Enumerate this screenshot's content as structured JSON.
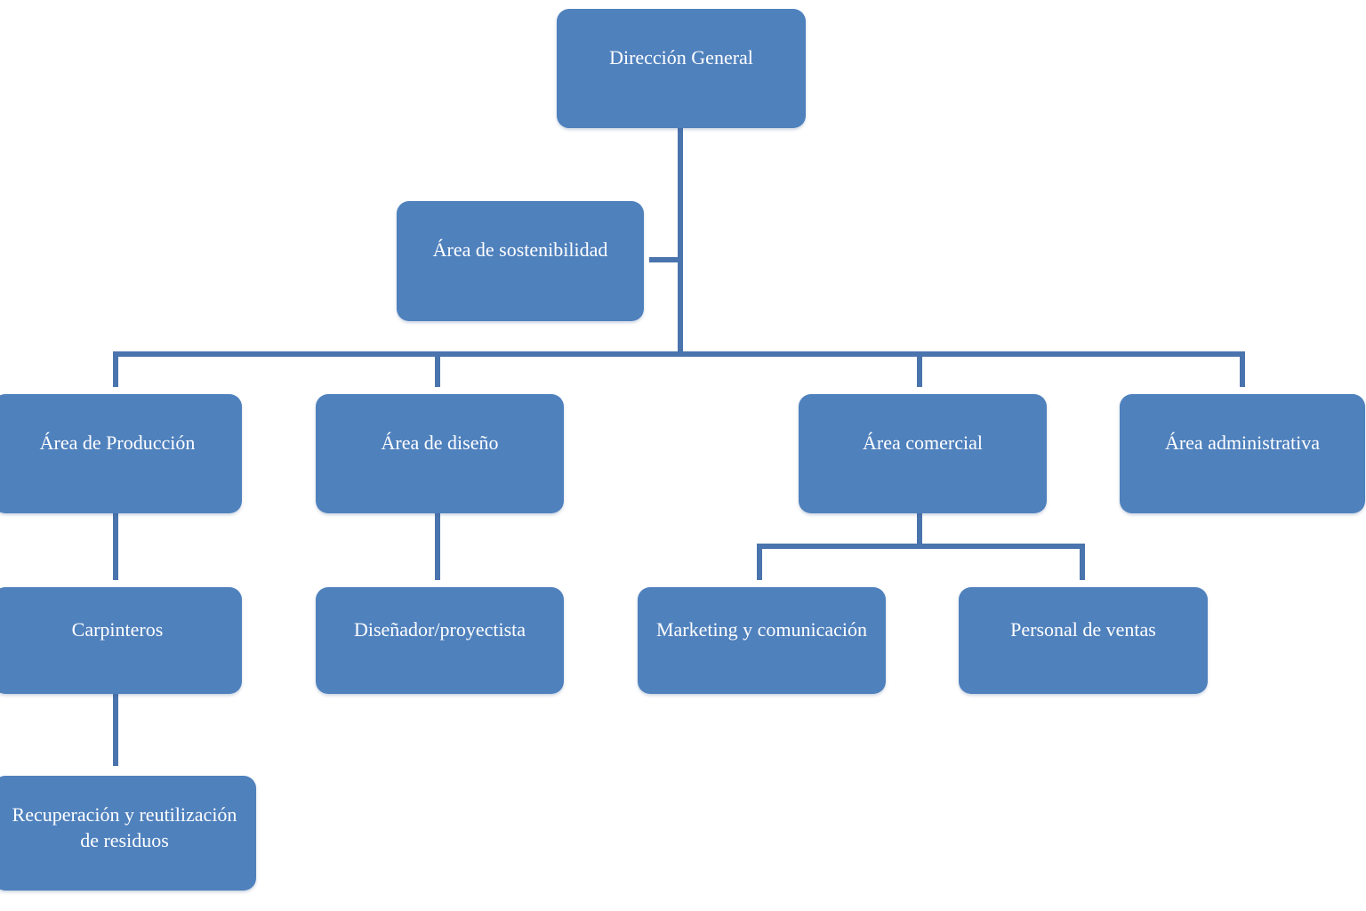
{
  "colors": {
    "box_fill": "#4f81bd",
    "connector": "#4a74ad",
    "text": "#ffffff"
  },
  "org_chart": {
    "root": {
      "label": "Dirección General"
    },
    "staff": {
      "label": "Área de sostenibilidad"
    },
    "areas": [
      {
        "label": "Área de Producción"
      },
      {
        "label": "Área de diseño"
      },
      {
        "label": "Área comercial"
      },
      {
        "label": "Área administrativa"
      }
    ],
    "subunits": {
      "produccion": {
        "label": "Carpinteros"
      },
      "produccion_sub": {
        "line1": "Recuperación y reutilización",
        "line2": "de residuos"
      },
      "diseno": {
        "label": "Diseñador/proyectista"
      },
      "comercial": [
        {
          "label": "Marketing y comunicación"
        },
        {
          "label": "Personal de ventas"
        }
      ]
    }
  }
}
